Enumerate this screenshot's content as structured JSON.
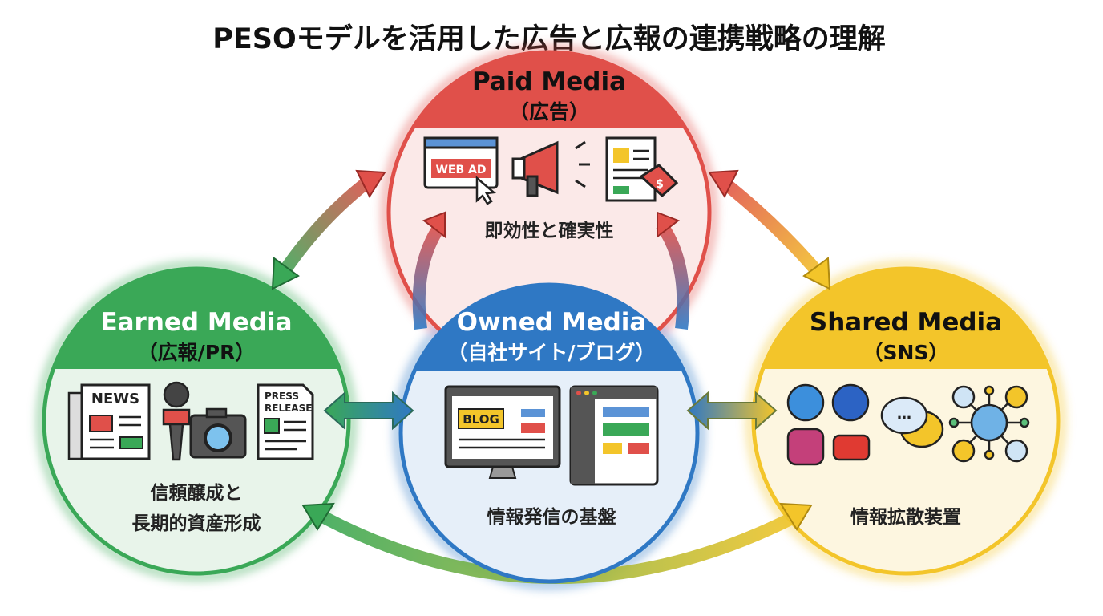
{
  "title": "PESOモデルを活用した広告と広報の連携戦略の理解",
  "colors": {
    "paid": "#e0504a",
    "earned": "#3aa857",
    "owned": "#2f78c4",
    "shared": "#f3c52a"
  },
  "paid": {
    "name": "Paid Media",
    "sub": "（広告）",
    "desc": "即効性と確実性",
    "icons": {
      "web_ad": "WEB AD",
      "megaphone": "megaphone-icon",
      "flyer": "price-tag-icon"
    },
    "tag": "$"
  },
  "earned": {
    "name": "Earned Media",
    "sub": "（広報/PR）",
    "desc_line1": "信頼醸成と",
    "desc_line2": "長期的資産形成",
    "icons": {
      "news": "NEWS",
      "press1": "PRESS",
      "press2": "RELEASE"
    }
  },
  "owned": {
    "name": "Owned Media",
    "sub": "（自社サイト/ブログ）",
    "desc": "情報発信の基盤",
    "icons": {
      "blog": "BLOG"
    }
  },
  "shared": {
    "name": "Shared Media",
    "sub": "（SNS）",
    "desc": "情報拡散装置",
    "icons": {
      "chat": "…"
    }
  }
}
